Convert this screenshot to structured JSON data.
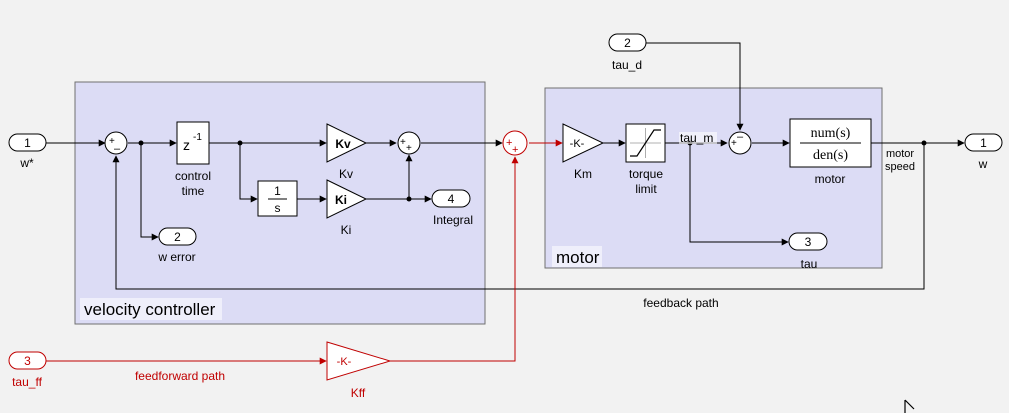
{
  "colors": {
    "background": "#f2f2f2",
    "subsystem_fill": "#dcdcf5",
    "subsystem_stroke": "#707070",
    "line": "#000000",
    "feedforward": "#c00000"
  },
  "subsystems": {
    "velocity_controller": {
      "title": "velocity controller"
    },
    "motor": {
      "title": "motor"
    }
  },
  "inports": {
    "w_star": {
      "number": "1",
      "label": "w*"
    },
    "tau_d": {
      "number": "2",
      "label": "tau_d"
    },
    "tau_ff": {
      "number": "3",
      "label": "tau_ff"
    }
  },
  "outports": {
    "w": {
      "number": "1",
      "label": "w"
    },
    "w_error": {
      "number": "2",
      "label": "w error"
    },
    "tau": {
      "number": "3",
      "label": "tau"
    },
    "integral": {
      "number": "4",
      "label": "Integral"
    }
  },
  "blocks": {
    "sum_error": {
      "signs": [
        "+",
        "–"
      ]
    },
    "unit_delay": {
      "base": "z",
      "exponent": "-1",
      "label_line1": "control",
      "label_line2": "time"
    },
    "integrator": {
      "num": "1",
      "den": "s"
    },
    "kv_gain": {
      "text": "Kv",
      "label": "Kv"
    },
    "ki_gain": {
      "text": "Ki",
      "label": "Ki"
    },
    "sum_pi": {
      "signs": [
        "+",
        "+"
      ]
    },
    "sum_ff": {
      "signs": [
        "+",
        "+"
      ]
    },
    "km_gain": {
      "text": "-K-",
      "label": "Km"
    },
    "saturation": {
      "label_line1": "torque",
      "label_line2": "limit"
    },
    "sum_dist": {
      "signs": [
        "+",
        "–"
      ]
    },
    "transfer_fcn": {
      "num": "num(s)",
      "den": "den(s)",
      "label": "motor"
    },
    "kff_gain": {
      "text": "-K-",
      "label": "Kff"
    }
  },
  "signals": {
    "tau_m": "tau_m",
    "motor_speed_line1": "motor",
    "motor_speed_line2": "speed",
    "feedback_path": "feedback path",
    "feedforward_path": "feedforward path"
  }
}
